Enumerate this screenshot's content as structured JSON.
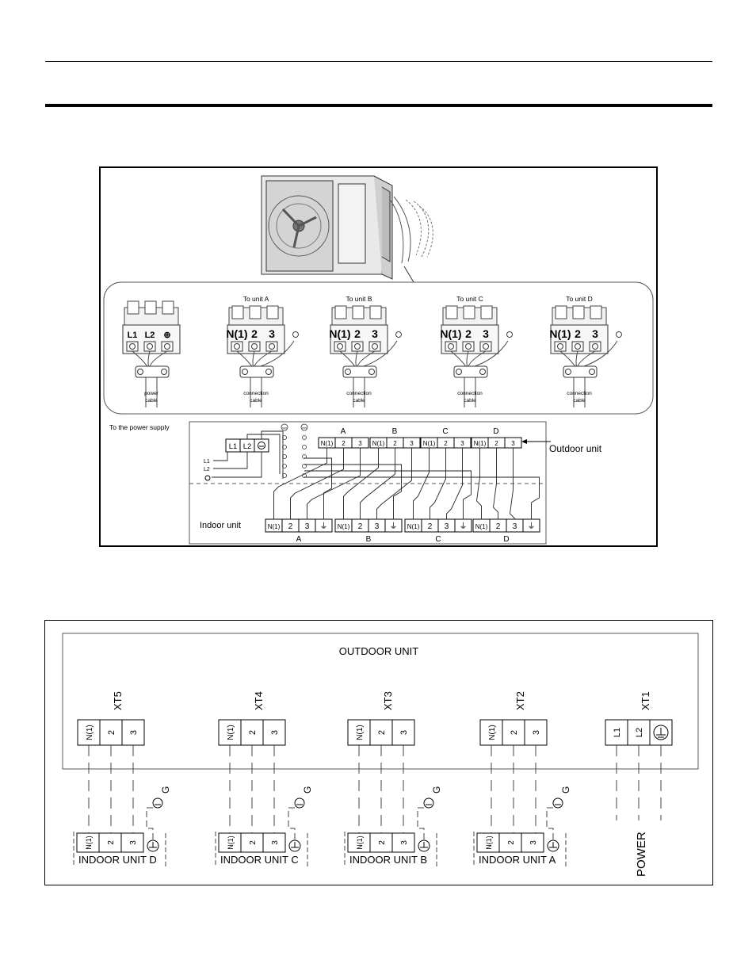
{
  "figure1": {
    "terminals": [
      {
        "heading": "",
        "pins": [
          "L1",
          "L2",
          "⊕"
        ],
        "cable_lines": [
          "power",
          "cable"
        ]
      },
      {
        "heading": "To unit A",
        "pins": [
          "N(1)",
          "2",
          "3"
        ],
        "cable_lines": [
          "connection",
          "cable"
        ]
      },
      {
        "heading": "To unit B",
        "pins": [
          "N(1)",
          "2",
          "3"
        ],
        "cable_lines": [
          "connection",
          "cable"
        ]
      },
      {
        "heading": "To unit C",
        "pins": [
          "N(1)",
          "2",
          "3"
        ],
        "cable_lines": [
          "connection",
          "cable"
        ]
      },
      {
        "heading": "To unit D",
        "pins": [
          "N(1)",
          "2",
          "3"
        ],
        "cable_lines": [
          "connection",
          "cable"
        ]
      }
    ],
    "power_supply_label": "To the power supply",
    "power_block": [
      "L1",
      "L2"
    ],
    "feed_labels": [
      "L1",
      "L2"
    ],
    "outdoor_label": "Outdoor unit",
    "indoor_label": "Indoor unit",
    "outdoor_groups": [
      "A",
      "B",
      "C",
      "D"
    ],
    "outdoor_pins": [
      "N(1)",
      "2",
      "3"
    ],
    "indoor_groups": [
      "A",
      "B",
      "C",
      "D"
    ],
    "indoor_pins": [
      "N(1)",
      "2",
      "3",
      "⏚"
    ]
  },
  "figure2": {
    "outdoor_title": "OUTDOOR UNIT",
    "blocks": [
      {
        "name": "XT5",
        "pins": [
          "N(1)",
          "2",
          "3"
        ]
      },
      {
        "name": "XT4",
        "pins": [
          "N(1)",
          "2",
          "3"
        ]
      },
      {
        "name": "XT3",
        "pins": [
          "N(1)",
          "2",
          "3"
        ]
      },
      {
        "name": "XT2",
        "pins": [
          "N(1)",
          "2",
          "3"
        ]
      },
      {
        "name": "XT1",
        "pins": [
          "L1",
          "L2",
          "⏚"
        ]
      }
    ],
    "ground_label": "G",
    "indoor_units": [
      "INDOOR UNIT D",
      "INDOOR UNIT C",
      "INDOOR UNIT B",
      "INDOOR UNIT A"
    ],
    "indoor_pins": [
      "N(1)",
      "2",
      "3"
    ],
    "power_label": "POWER"
  }
}
